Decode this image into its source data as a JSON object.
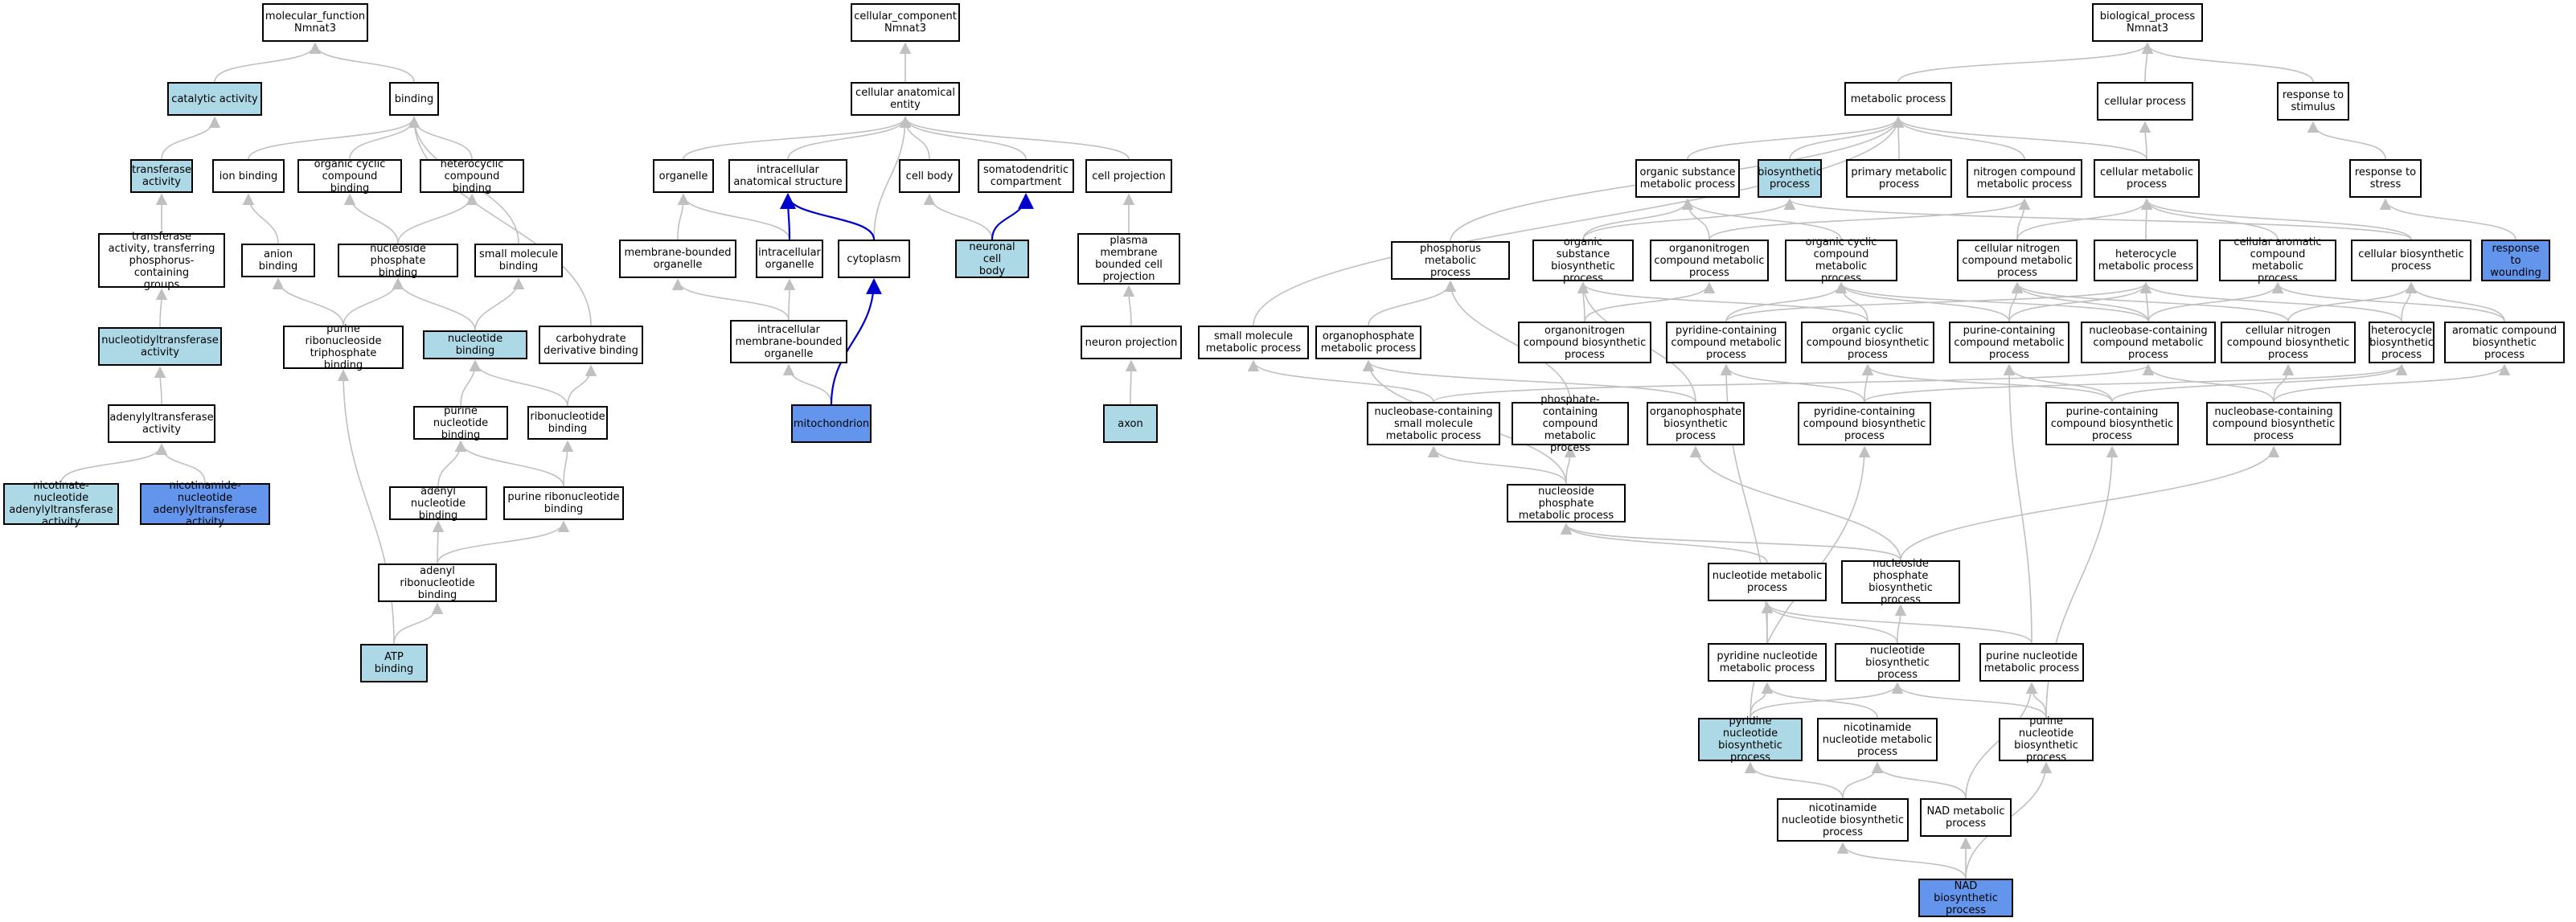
{
  "colors": {
    "node_fill": "#ffffff",
    "highlight_light": "#add8e6",
    "highlight_blue": "#6495ed",
    "edge_gray": "#c0c0c0",
    "edge_blue": "#0000cd"
  },
  "nodes": [
    {
      "id": "mf",
      "label": "molecular_function\nNmnat3",
      "color": "white"
    },
    {
      "id": "catalytic",
      "label": "catalytic activity",
      "color": "light"
    },
    {
      "id": "binding",
      "label": "binding",
      "color": "white"
    },
    {
      "id": "transferase",
      "label": "transferase\nactivity",
      "color": "light"
    },
    {
      "id": "ionbind",
      "label": "ion binding",
      "color": "white"
    },
    {
      "id": "orgcyclicbind",
      "label": "organic cyclic\ncompound binding",
      "color": "white"
    },
    {
      "id": "heterocyclicbind",
      "label": "heterocyclic\ncompound binding",
      "color": "white"
    },
    {
      "id": "transphos",
      "label": "transferase\nactivity, transferring\nphosphorus-containing\ngroups",
      "color": "white"
    },
    {
      "id": "anionbind",
      "label": "anion binding",
      "color": "white"
    },
    {
      "id": "nucphosbind",
      "label": "nucleoside phosphate\nbinding",
      "color": "white"
    },
    {
      "id": "smallmolbind",
      "label": "small molecule\nbinding",
      "color": "white"
    },
    {
      "id": "nucleotidyltrans",
      "label": "nucleotidyltransferase\nactivity",
      "color": "light"
    },
    {
      "id": "purineribotri",
      "label": "purine ribonucleoside\ntriphosphate\nbinding",
      "color": "white"
    },
    {
      "id": "nucleotidebind",
      "label": "nucleotide binding",
      "color": "light"
    },
    {
      "id": "carbderiv",
      "label": "carbohydrate\nderivative binding",
      "color": "white"
    },
    {
      "id": "adenylyltrans",
      "label": "adenylyltransferase\nactivity",
      "color": "white"
    },
    {
      "id": "purinenucbind",
      "label": "purine nucleotide\nbinding",
      "color": "white"
    },
    {
      "id": "ribonucbind",
      "label": "ribonucleotide\nbinding",
      "color": "white"
    },
    {
      "id": "nicotinatenuc",
      "label": "nicotinate-nucleotide\nadenylyltransferase\nactivity",
      "color": "light"
    },
    {
      "id": "nicotinamidenuc",
      "label": "nicotinamide-nucleotide\nadenylyltransferase\nactivity",
      "color": "blue"
    },
    {
      "id": "adenylnucbind",
      "label": "adenyl nucleotide\nbinding",
      "color": "white"
    },
    {
      "id": "purineribonucbind",
      "label": "purine ribonucleotide\nbinding",
      "color": "white"
    },
    {
      "id": "adenylribonucbind",
      "label": "adenyl ribonucleotide\nbinding",
      "color": "white"
    },
    {
      "id": "atpbind",
      "label": "ATP binding",
      "color": "light"
    },
    {
      "id": "cc",
      "label": "cellular_component\nNmnat3",
      "color": "white"
    },
    {
      "id": "cellanat",
      "label": "cellular anatomical\nentity",
      "color": "white"
    },
    {
      "id": "organelle",
      "label": "organelle",
      "color": "white"
    },
    {
      "id": "intracellanat",
      "label": "intracellular\nanatomical structure",
      "color": "white"
    },
    {
      "id": "cellbody",
      "label": "cell body",
      "color": "white"
    },
    {
      "id": "somatodendritic",
      "label": "somatodendritic\ncompartment",
      "color": "white"
    },
    {
      "id": "cellprojection",
      "label": "cell projection",
      "color": "white"
    },
    {
      "id": "membraneorg",
      "label": "membrane-bounded\norganelle",
      "color": "white"
    },
    {
      "id": "intracellorg",
      "label": "intracellular\norganelle",
      "color": "white"
    },
    {
      "id": "cytoplasm",
      "label": "cytoplasm",
      "color": "white"
    },
    {
      "id": "neuronalcellbody",
      "label": "neuronal cell\nbody",
      "color": "light"
    },
    {
      "id": "plasmamembraneproj",
      "label": "plasma membrane\nbounded cell\nprojection",
      "color": "white"
    },
    {
      "id": "intracellmemorg",
      "label": "intracellular\nmembrane-bounded\norganelle",
      "color": "white"
    },
    {
      "id": "neuronproj",
      "label": "neuron projection",
      "color": "white"
    },
    {
      "id": "mitochondrion",
      "label": "mitochondrion",
      "color": "blue"
    },
    {
      "id": "axon",
      "label": "axon",
      "color": "light"
    },
    {
      "id": "bp",
      "label": "biological_process\nNmnat3",
      "color": "white"
    },
    {
      "id": "metabolic",
      "label": "metabolic process",
      "color": "white"
    },
    {
      "id": "cellularproc",
      "label": "cellular process",
      "color": "white"
    },
    {
      "id": "responsestim",
      "label": "response to\nstimulus",
      "color": "white"
    },
    {
      "id": "orgsubmet",
      "label": "organic substance\nmetabolic process",
      "color": "white"
    },
    {
      "id": "biosynthetic",
      "label": "biosynthetic\nprocess",
      "color": "light"
    },
    {
      "id": "primarymet",
      "label": "primary metabolic\nprocess",
      "color": "white"
    },
    {
      "id": "nitrogenmet",
      "label": "nitrogen compound\nmetabolic process",
      "color": "white"
    },
    {
      "id": "cellmet",
      "label": "cellular metabolic\nprocess",
      "color": "white"
    },
    {
      "id": "responsestress",
      "label": "response to\nstress",
      "color": "white"
    },
    {
      "id": "phosphorusmet",
      "label": "phosphorus metabolic\nprocess",
      "color": "white"
    },
    {
      "id": "orgsubbio",
      "label": "organic substance\nbiosynthetic\nprocess",
      "color": "white"
    },
    {
      "id": "organonitrogenmet",
      "label": "organonitrogen\ncompound metabolic\nprocess",
      "color": "white"
    },
    {
      "id": "orgcyclicmet",
      "label": "organic cyclic\ncompound metabolic\nprocess",
      "color": "white"
    },
    {
      "id": "cellnitrogenmet",
      "label": "cellular nitrogen\ncompound metabolic\nprocess",
      "color": "white"
    },
    {
      "id": "heterocyclemet",
      "label": "heterocycle\nmetabolic process",
      "color": "white"
    },
    {
      "id": "cellaromaticmet",
      "label": "cellular aromatic\ncompound metabolic\nprocess",
      "color": "white"
    },
    {
      "id": "cellbio",
      "label": "cellular biosynthetic\nprocess",
      "color": "white"
    },
    {
      "id": "responsewound",
      "label": "response to\nwounding",
      "color": "blue"
    },
    {
      "id": "smallmolmet",
      "label": "small molecule\nmetabolic process",
      "color": "white"
    },
    {
      "id": "organophosmet",
      "label": "organophosphate\nmetabolic process",
      "color": "white"
    },
    {
      "id": "organonitrogenbio",
      "label": "organonitrogen\ncompound biosynthetic\nprocess",
      "color": "white"
    },
    {
      "id": "pyridinecompmet",
      "label": "pyridine-containing\ncompound metabolic\nprocess",
      "color": "white"
    },
    {
      "id": "orgcyclicbio",
      "label": "organic cyclic\ncompound biosynthetic\nprocess",
      "color": "white"
    },
    {
      "id": "purinecompmet",
      "label": "purine-containing\ncompound metabolic\nprocess",
      "color": "white"
    },
    {
      "id": "nucleobasecompmet",
      "label": "nucleobase-containing\ncompound metabolic\nprocess",
      "color": "white"
    },
    {
      "id": "cellnitrogenbio",
      "label": "cellular nitrogen\ncompound biosynthetic\nprocess",
      "color": "white"
    },
    {
      "id": "heterocyclebio",
      "label": "heterocycle\nbiosynthetic\nprocess",
      "color": "white"
    },
    {
      "id": "aromaticbio",
      "label": "aromatic compound\nbiosynthetic\nprocess",
      "color": "white"
    },
    {
      "id": "nucleobasesmallmet",
      "label": "nucleobase-containing\nsmall molecule\nmetabolic process",
      "color": "white"
    },
    {
      "id": "phosphatecompmet",
      "label": "phosphate-containing\ncompound metabolic\nprocess",
      "color": "white"
    },
    {
      "id": "organophosbio",
      "label": "organophosphate\nbiosynthetic\nprocess",
      "color": "white"
    },
    {
      "id": "pyridinecompbio",
      "label": "pyridine-containing\ncompound biosynthetic\nprocess",
      "color": "white"
    },
    {
      "id": "purinecompbio",
      "label": "purine-containing\ncompound biosynthetic\nprocess",
      "color": "white"
    },
    {
      "id": "nucleobasecompbio",
      "label": "nucleobase-containing\ncompound biosynthetic\nprocess",
      "color": "white"
    },
    {
      "id": "nucphosmet",
      "label": "nucleoside phosphate\nmetabolic process",
      "color": "white"
    },
    {
      "id": "nucleotidemet",
      "label": "nucleotide metabolic\nprocess",
      "color": "white"
    },
    {
      "id": "nucphosbio",
      "label": "nucleoside phosphate\nbiosynthetic\nprocess",
      "color": "white"
    },
    {
      "id": "pyridinenucmet",
      "label": "pyridine nucleotide\nmetabolic process",
      "color": "white"
    },
    {
      "id": "nucleotidebio",
      "label": "nucleotide biosynthetic\nprocess",
      "color": "white"
    },
    {
      "id": "purinenucmet",
      "label": "purine nucleotide\nmetabolic process",
      "color": "white"
    },
    {
      "id": "pyridinenucbio",
      "label": "pyridine nucleotide\nbiosynthetic\nprocess",
      "color": "light"
    },
    {
      "id": "nicotinamidenucmet",
      "label": "nicotinamide\nnucleotide metabolic\nprocess",
      "color": "white"
    },
    {
      "id": "purinenucbio",
      "label": "purine nucleotide\nbiosynthetic\nprocess",
      "color": "white"
    },
    {
      "id": "nicotinamidenucbio",
      "label": "nicotinamide\nnucleotide biosynthetic\nprocess",
      "color": "white"
    },
    {
      "id": "nadmet",
      "label": "NAD metabolic\nprocess",
      "color": "white"
    },
    {
      "id": "nadbio",
      "label": "NAD biosynthetic\nprocess",
      "color": "blue"
    }
  ],
  "edges": [
    [
      "catalytic",
      "mf"
    ],
    [
      "binding",
      "mf"
    ],
    [
      "transferase",
      "catalytic"
    ],
    [
      "ionbind",
      "binding"
    ],
    [
      "orgcyclicbind",
      "binding"
    ],
    [
      "heterocyclicbind",
      "binding"
    ],
    [
      "smallmolbind",
      "binding"
    ],
    [
      "carbderiv",
      "binding"
    ],
    [
      "transphos",
      "transferase"
    ],
    [
      "anionbind",
      "ionbind"
    ],
    [
      "nucphosbind",
      "orgcyclicbind"
    ],
    [
      "nucphosbind",
      "heterocyclicbind"
    ],
    [
      "nucleotidyltrans",
      "transphos"
    ],
    [
      "purineribotri",
      "anionbind"
    ],
    [
      "purineribotri",
      "nucphosbind"
    ],
    [
      "nucleotidebind",
      "nucphosbind"
    ],
    [
      "nucleotidebind",
      "smallmolbind"
    ],
    [
      "adenylyltrans",
      "nucleotidyltrans"
    ],
    [
      "purinenucbind",
      "nucleotidebind"
    ],
    [
      "ribonucbind",
      "nucleotidebind"
    ],
    [
      "ribonucbind",
      "carbderiv"
    ],
    [
      "nicotinatenuc",
      "adenylyltrans"
    ],
    [
      "nicotinamidenuc",
      "adenylyltrans"
    ],
    [
      "adenylnucbind",
      "purinenucbind"
    ],
    [
      "purineribonucbind",
      "purinenucbind"
    ],
    [
      "purineribonucbind",
      "ribonucbind"
    ],
    [
      "adenylribonucbind",
      "adenylnucbind"
    ],
    [
      "adenylribonucbind",
      "purineribonucbind"
    ],
    [
      "atpbind",
      "adenylribonucbind"
    ],
    [
      "atpbind",
      "purineribotri"
    ],
    [
      "cellanat",
      "cc"
    ],
    [
      "organelle",
      "cellanat"
    ],
    [
      "intracellanat",
      "cellanat"
    ],
    [
      "cellbody",
      "cellanat"
    ],
    [
      "somatodendritic",
      "cellanat"
    ],
    [
      "cellprojection",
      "cellanat"
    ],
    [
      "cytoplasm",
      "cellanat"
    ],
    [
      "membraneorg",
      "organelle"
    ],
    [
      "intracellorg",
      "organelle"
    ],
    [
      "intracellorg",
      "intracellanat",
      "blue"
    ],
    [
      "cytoplasm",
      "intracellanat",
      "blue"
    ],
    [
      "neuronalcellbody",
      "cellbody"
    ],
    [
      "neuronalcellbody",
      "somatodendritic",
      "blue"
    ],
    [
      "plasmamembraneproj",
      "cellprojection"
    ],
    [
      "intracellmemorg",
      "membraneorg"
    ],
    [
      "intracellmemorg",
      "intracellorg"
    ],
    [
      "neuronproj",
      "plasmamembraneproj"
    ],
    [
      "mitochondrion",
      "intracellmemorg"
    ],
    [
      "mitochondrion",
      "cytoplasm",
      "blue"
    ],
    [
      "axon",
      "neuronproj"
    ],
    [
      "metabolic",
      "bp"
    ],
    [
      "cellularproc",
      "bp"
    ],
    [
      "responsestim",
      "bp"
    ],
    [
      "orgsubmet",
      "metabolic"
    ],
    [
      "biosynthetic",
      "metabolic"
    ],
    [
      "primarymet",
      "metabolic"
    ],
    [
      "nitrogenmet",
      "metabolic"
    ],
    [
      "cellmet",
      "metabolic"
    ],
    [
      "cellmet",
      "cellularproc"
    ],
    [
      "responsestress",
      "responsestim"
    ],
    [
      "phosphorusmet",
      "metabolic"
    ],
    [
      "orgsubbio",
      "orgsubmet"
    ],
    [
      "orgsubbio",
      "biosynthetic"
    ],
    [
      "organonitrogenmet",
      "orgsubmet"
    ],
    [
      "organonitrogenmet",
      "nitrogenmet"
    ],
    [
      "orgcyclicmet",
      "orgsubmet"
    ],
    [
      "cellnitrogenmet",
      "cellmet"
    ],
    [
      "cellnitrogenmet",
      "nitrogenmet"
    ],
    [
      "heterocyclemet",
      "cellmet"
    ],
    [
      "cellaromaticmet",
      "cellmet"
    ],
    [
      "cellbio",
      "cellmet"
    ],
    [
      "cellbio",
      "biosynthetic"
    ],
    [
      "responsewound",
      "responsestress"
    ],
    [
      "smallmolmet",
      "metabolic"
    ],
    [
      "organophosmet",
      "phosphorusmet"
    ],
    [
      "organonitrogenbio",
      "organonitrogenmet"
    ],
    [
      "organonitrogenbio",
      "orgsubbio"
    ],
    [
      "pyridinecompmet",
      "heterocyclemet"
    ],
    [
      "pyridinecompmet",
      "orgcyclicmet"
    ],
    [
      "orgcyclicbio",
      "orgcyclicmet"
    ],
    [
      "orgcyclicbio",
      "orgsubbio"
    ],
    [
      "purinecompmet",
      "heterocyclemet"
    ],
    [
      "purinecompmet",
      "orgcyclicmet"
    ],
    [
      "purinecompmet",
      "cellnitrogenmet"
    ],
    [
      "nucleobasecompmet",
      "heterocyclemet"
    ],
    [
      "nucleobasecompmet",
      "cellaromaticmet"
    ],
    [
      "nucleobasecompmet",
      "cellnitrogenmet"
    ],
    [
      "nucleobasecompmet",
      "orgcyclicmet"
    ],
    [
      "cellnitrogenbio",
      "cellbio"
    ],
    [
      "cellnitrogenbio",
      "cellnitrogenmet"
    ],
    [
      "heterocyclebio",
      "heterocyclemet"
    ],
    [
      "heterocyclebio",
      "cellbio"
    ],
    [
      "aromaticbio",
      "cellaromaticmet"
    ],
    [
      "aromaticbio",
      "cellbio"
    ],
    [
      "nucleobasesmallmet",
      "smallmolmet"
    ],
    [
      "nucleobasesmallmet",
      "nucleobasecompmet"
    ],
    [
      "phosphatecompmet",
      "phosphorusmet"
    ],
    [
      "organophosbio",
      "organophosmet"
    ],
    [
      "organophosbio",
      "orgsubbio"
    ],
    [
      "pyridinecompbio",
      "pyridinecompmet"
    ],
    [
      "pyridinecompbio",
      "heterocyclebio"
    ],
    [
      "pyridinecompbio",
      "orgcyclicbio"
    ],
    [
      "purinecompbio",
      "purinecompmet"
    ],
    [
      "purinecompbio",
      "heterocyclebio"
    ],
    [
      "purinecompbio",
      "orgcyclicbio"
    ],
    [
      "nucleobasecompbio",
      "nucleobasecompmet"
    ],
    [
      "nucleobasecompbio",
      "cellnitrogenbio"
    ],
    [
      "nucleobasecompbio",
      "aromaticbio"
    ],
    [
      "nucphosmet",
      "nucleobasesmallmet"
    ],
    [
      "nucphosmet",
      "organophosmet"
    ],
    [
      "nucphosmet",
      "phosphatecompmet"
    ],
    [
      "nucleotidemet",
      "nucphosmet"
    ],
    [
      "nucphosbio",
      "nucphosmet"
    ],
    [
      "nucphosbio",
      "organophosbio"
    ],
    [
      "nucphosbio",
      "nucleobasecompbio"
    ],
    [
      "pyridinenucmet",
      "nucleotidemet"
    ],
    [
      "pyridinenucmet",
      "pyridinecompmet"
    ],
    [
      "nucleotidebio",
      "nucleotidemet"
    ],
    [
      "nucleotidebio",
      "nucphosbio"
    ],
    [
      "purinenucmet",
      "nucleotidemet"
    ],
    [
      "purinenucmet",
      "purinecompmet"
    ],
    [
      "pyridinenucbio",
      "pyridinenucmet"
    ],
    [
      "pyridinenucbio",
      "nucleotidebio"
    ],
    [
      "pyridinenucbio",
      "pyridinecompbio"
    ],
    [
      "nicotinamidenucmet",
      "pyridinenucmet"
    ],
    [
      "purinenucbio",
      "purinenucmet"
    ],
    [
      "purinenucbio",
      "nucleotidebio"
    ],
    [
      "purinenucbio",
      "purinecompbio"
    ],
    [
      "nicotinamidenucbio",
      "nicotinamidenucmet"
    ],
    [
      "nicotinamidenucbio",
      "pyridinenucbio"
    ],
    [
      "nadmet",
      "nicotinamidenucmet"
    ],
    [
      "nadmet",
      "purinenucmet"
    ],
    [
      "nadbio",
      "nadmet"
    ],
    [
      "nadbio",
      "nicotinamidenucbio"
    ],
    [
      "nadbio",
      "purinenucbio"
    ]
  ]
}
